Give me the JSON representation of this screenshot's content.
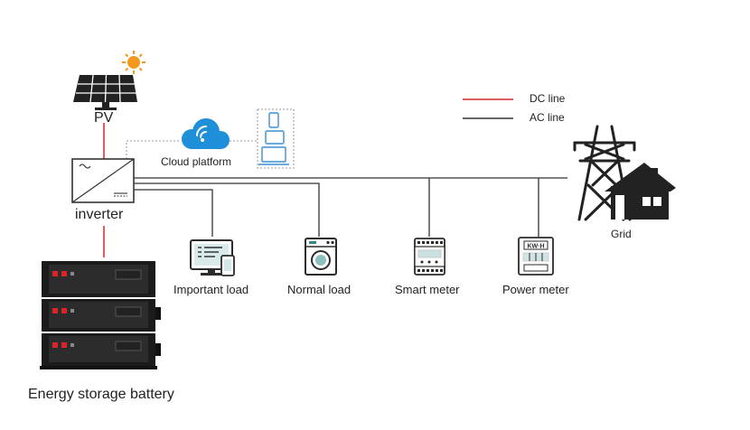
{
  "legend": {
    "dc_line": "DC line",
    "ac_line": "AC line"
  },
  "nodes": {
    "pv": "PV",
    "inverter": "inverter",
    "cloud": "Cloud platform",
    "important_load": "Important load",
    "normal_load": "Normal load",
    "smart_meter": "Smart meter",
    "power_meter": "Power meter",
    "grid": "Grid",
    "battery": "Energy storage battery"
  },
  "power_meter_display": "KW·H",
  "colors": {
    "dc_line": "#d9252a",
    "ac_line": "#333333",
    "cloud": "#1e8fd8",
    "device_blue": "#3a8fd6",
    "sun": "#f39a1e"
  }
}
